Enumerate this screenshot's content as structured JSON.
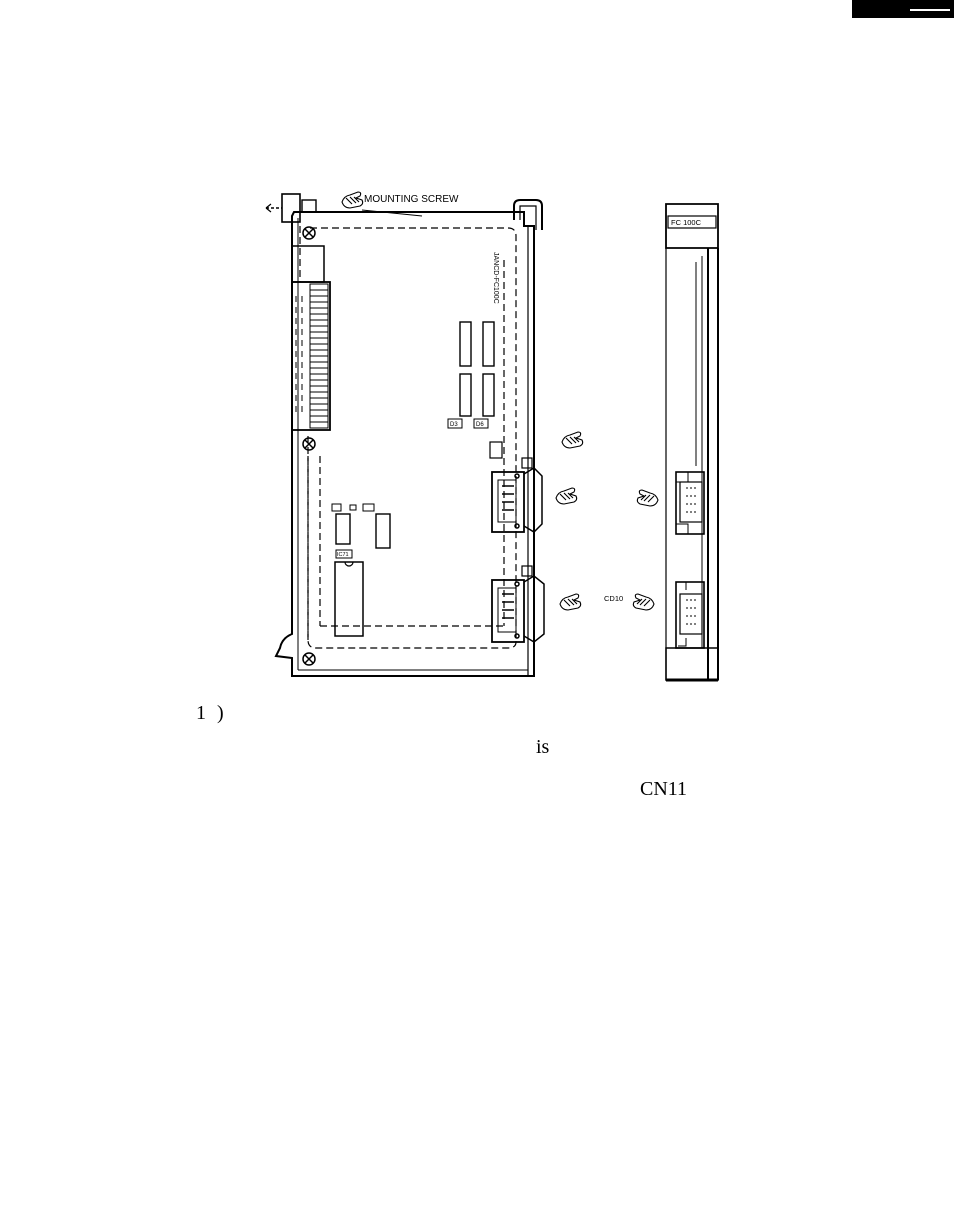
{
  "header": {
    "corner_mark_color": "#000000"
  },
  "figure": {
    "labels": {
      "mounting_screw": "MOUNTING SCREW",
      "board_id": "JANCD-FC100C",
      "panel_tag": "FC 100C",
      "chip_d3": "D3",
      "chip_d6": "D6",
      "chip_ic71": "IC71",
      "cd10": "CD10"
    }
  },
  "text": {
    "step_number": "1 )",
    "word_is": "is",
    "word_cn11": "CN11"
  }
}
